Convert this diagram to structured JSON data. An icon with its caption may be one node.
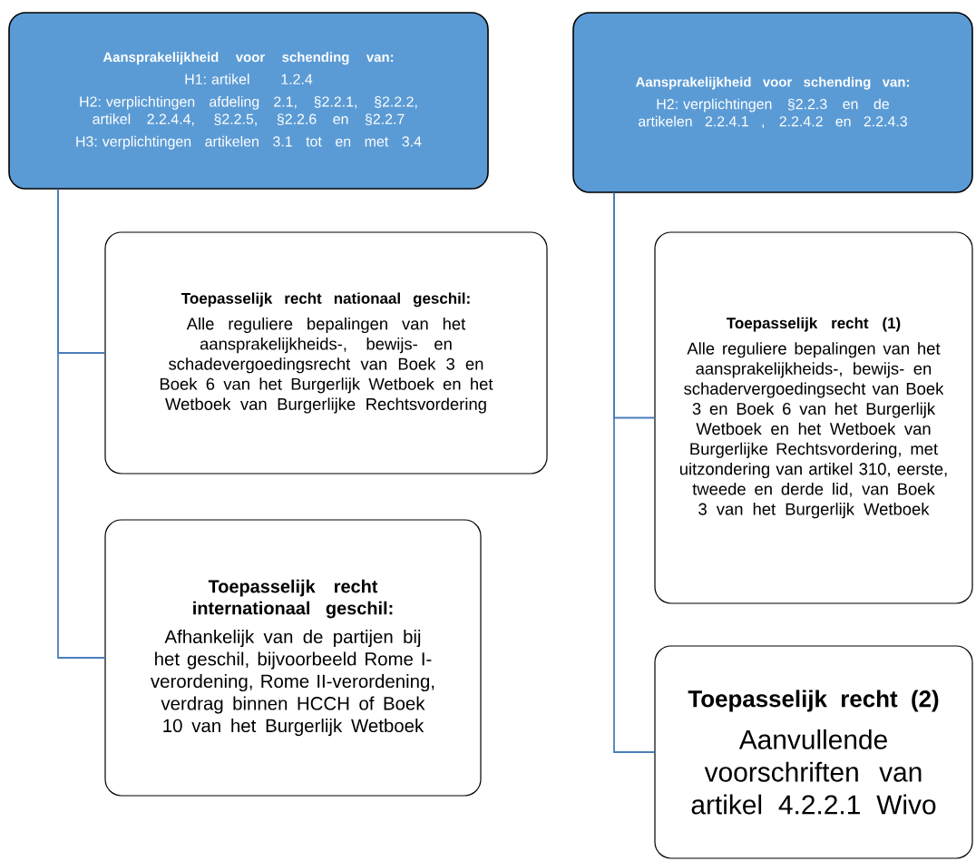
{
  "diagram": {
    "nodes": [
      {
        "text": [
          "Aansprakelijkheid voor schending van:",
          "H1: artikel 1.2.4",
          "H2: verplichtingen afdeling 2.1, §2.2.1, §2.2.2, artikel 2.2.4.4, §2.2.5, §2.2.6 en §2.2.7",
          "H3: verplichtingen artikelen 3.1 tot en met 3.4"
        ]
      },
      {
        "text": [
          "Toepasselijk recht nationaal geschil:",
          "Alle reguliere bepalingen van het aansprakelijkheids-, bewijs- en schadevergoedingsrecht van Boek 3 en Boek 6 van het Burgerlijk Wetboek en het Wetboek van Burgerlijke Rechtsvordering"
        ]
      },
      {
        "text": [
          "Toepasselijk recht internationaal geschil:",
          "Afhankelijk van de partijen bij het geschil, bijvoorbeeld Rome I-verordening, Rome II-verordening, verdrag binnen HCCH of Boek 10 van het Burgerlijk Wetboek"
        ]
      },
      {
        "text": [
          "Aansprakelijkheid voor schending van:",
          "H2: verplichtingen §2.2.3 en de artikelen 2.2.4.1 , 2.2.4.2 en 2.2.4.3"
        ]
      },
      {
        "text": [
          "Toepasselijk recht (1)",
          "Alle reguliere bepalingen van het aansprakelijkheids-, bewijs- en schadervergoedingsecht van Boek 3 en Boek 6 van het Burgerlijk Wetboek en het Wetboek van Burgerlijke Rechtsvordering, met uitzondering van artikel 310, eerste, tweede en derde lid, van Boek 3 van het Burgerlijk Wetboek"
        ]
      },
      {
        "text": [
          "Toepasselijk recht (2)",
          "Aanvullende voorschriften van artikel 4.2.2.1 Wivo"
        ]
      }
    ],
    "edges": [
      {
        "from": 0,
        "to": 1,
        "arrow": "none"
      },
      {
        "from": 0,
        "to": 2,
        "arrow": "none"
      },
      {
        "from": 3,
        "to": 4,
        "arrow": "none"
      },
      {
        "from": 3,
        "to": 5,
        "arrow": "none"
      }
    ]
  }
}
